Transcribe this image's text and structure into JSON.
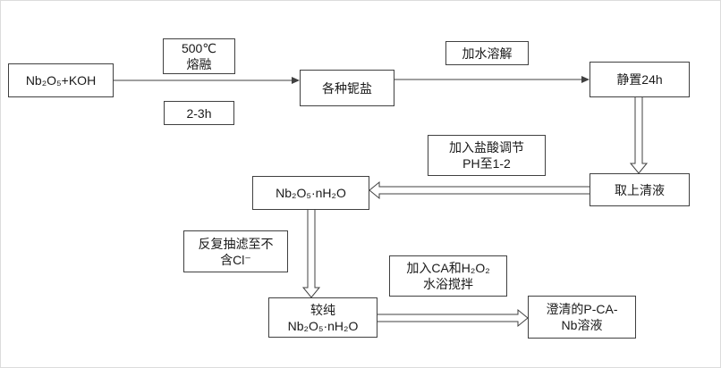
{
  "nodes": {
    "start": {
      "text": "Nb₂O₅+KOH"
    },
    "salts": {
      "text": "各种铌盐"
    },
    "settle": {
      "text": "静置24h"
    },
    "supernatant": {
      "text": "取上清液"
    },
    "hydrate": {
      "text": "Nb₂O₅·nH₂O"
    },
    "pure_hydrate": {
      "line1": "较纯",
      "line2": "Nb₂O₅·nH₂O"
    },
    "final_solution": {
      "line1": "澄清的P-CA-",
      "line2": "Nb溶液"
    }
  },
  "annotations": {
    "melt": {
      "line1": "500℃",
      "line2": "熔融"
    },
    "duration": {
      "text": "2-3h"
    },
    "dissolve": {
      "text": "加水溶解"
    },
    "acid_adjust": {
      "line1": "加入盐酸调节",
      "line2": "PH至1-2"
    },
    "filter_wash": {
      "line1": "反复抽滤至不",
      "line2": "含Cl⁻"
    },
    "ca_mix": {
      "line1": "加入CA和H₂O₂",
      "line2": "水浴搅拌"
    }
  },
  "colors": {
    "box_border": "#404040",
    "box_fill": "#ffffff",
    "arrow": "#404040",
    "text": "#1a1a1a",
    "background": "#ffffff"
  }
}
